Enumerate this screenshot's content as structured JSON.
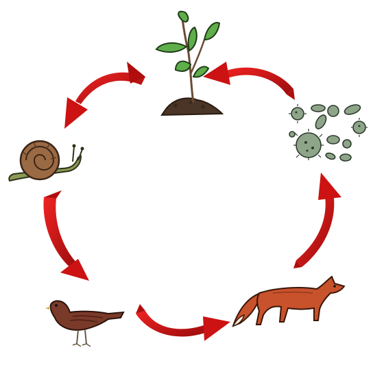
{
  "diagram": {
    "type": "cycle",
    "nodes": [
      {
        "id": "plant",
        "icon": "plant-sprout-icon"
      },
      {
        "id": "snail",
        "icon": "snail-icon"
      },
      {
        "id": "bird",
        "icon": "bird-icon"
      },
      {
        "id": "fox",
        "icon": "fox-icon"
      },
      {
        "id": "decomposers",
        "icon": "bacteria-fungi-icon"
      }
    ],
    "edges": [
      {
        "from": "plant",
        "to": "snail"
      },
      {
        "from": "snail",
        "to": "bird"
      },
      {
        "from": "bird",
        "to": "fox"
      },
      {
        "from": "fox",
        "to": "decomposers"
      },
      {
        "from": "decomposers",
        "to": "plant"
      }
    ],
    "colors": {
      "arrow": "#d41414",
      "arrow_dark": "#8e0a0a",
      "leaf": "#5fae4a",
      "soil": "#4a3526",
      "snail_shell": "#9a6a45",
      "snail_body": "#8b9a55",
      "bird": "#7a3a2a",
      "fox": "#c8522c",
      "microbe": "#8fa58a"
    }
  }
}
